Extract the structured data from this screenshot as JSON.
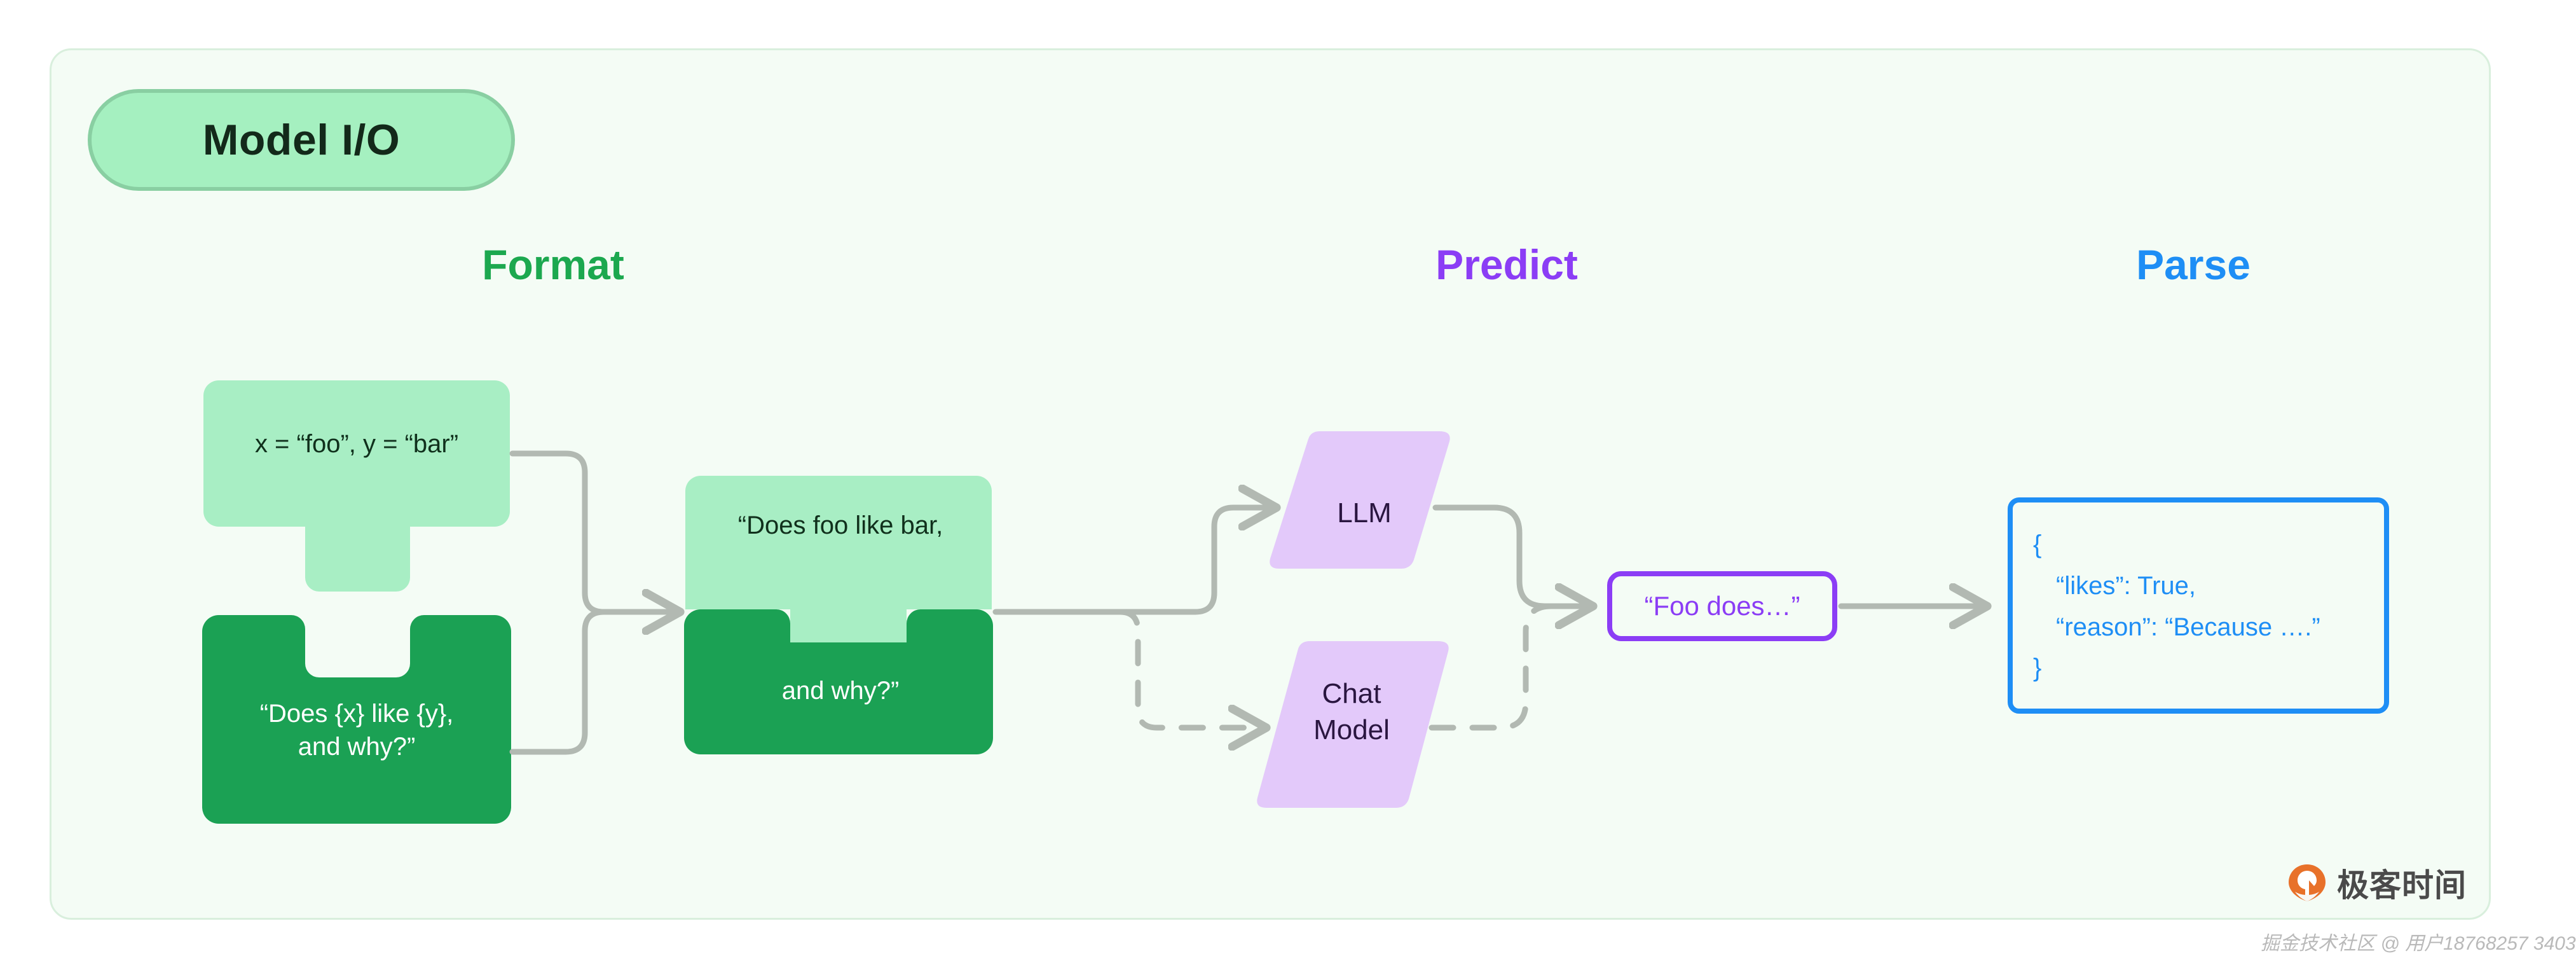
{
  "card": {
    "title_badge": "Model I/O",
    "background_color": "#f4fcf5",
    "border_color": "#d9efdd"
  },
  "headings": {
    "format": {
      "label": "Format",
      "color": "#1ca84f"
    },
    "predict": {
      "label": "Predict",
      "color": "#8b3df5"
    },
    "parse": {
      "label": "Parse",
      "color": "#1e8ef5"
    }
  },
  "format_stage": {
    "variables_piece": {
      "text": "x = “foo”, y = “bar”",
      "fill": "#a8eec4",
      "text_color": "#10301c"
    },
    "template_piece": {
      "text": "“Does {x} like {y},\nand why?”",
      "fill": "#1ba154",
      "text_color": "#ffffff"
    },
    "merged_piece": {
      "top_text": "“Does foo like bar,",
      "bottom_text": "and why?”",
      "top_fill": "#a8eec4",
      "bottom_fill": "#1ba154"
    }
  },
  "predict_stage": {
    "llm": {
      "label": "LLM",
      "fill": "#e3c9fa",
      "text_color": "#2a1640",
      "edge_style": "solid"
    },
    "chat_model": {
      "label": "Chat\nModel",
      "fill": "#e3c9fa",
      "text_color": "#2a1640",
      "edge_style": "dashed"
    },
    "output": {
      "label": "“Foo does…”",
      "border_color": "#8b3df5",
      "text_color": "#8b3df5"
    }
  },
  "parse_stage": {
    "json_lines": [
      "{",
      "“likes”: True,",
      "“reason”: “Because ….”",
      "}"
    ],
    "border_color": "#1e8ef5",
    "text_color": "#1e8ef5"
  },
  "branding": {
    "logo_text": "极客时间",
    "logo_mark_color": "#e8712a",
    "watermark": "掘金技术社区 @ 用户18768257 3403"
  },
  "connectors": {
    "line_color": "#b2b9b2",
    "solid": "solid",
    "dashed": "dashed"
  }
}
